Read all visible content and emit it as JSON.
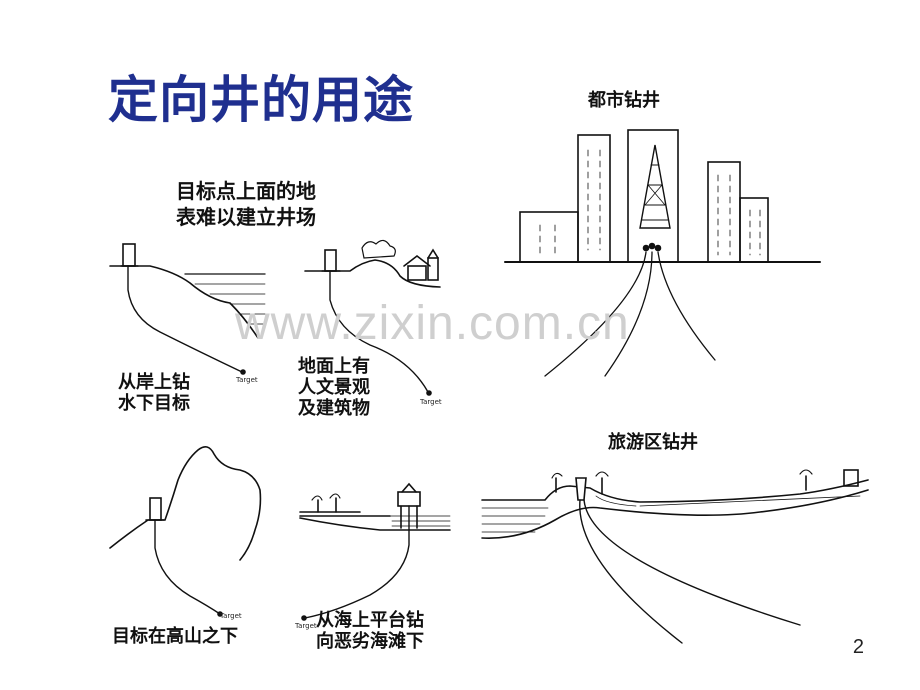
{
  "slide": {
    "title": "定向井的用途",
    "page_number": "2",
    "watermark": "www.zixin.com.cn"
  },
  "panels": {
    "surface_hard": {
      "line1": "目标点上面的地",
      "line2": "表难以建立井场"
    },
    "shore": {
      "line1": "从岸上钻",
      "line2": "水下目标",
      "target": "Target"
    },
    "landscape": {
      "line1": "地面上有",
      "line2": "人文景观",
      "line3": "及建筑物",
      "target": "Target"
    },
    "mountain": {
      "line1": "目标在高山之下",
      "target": "Target"
    },
    "platform": {
      "line1": "从海上平台钻",
      "line2": "向恶劣海滩下",
      "target": "Target"
    },
    "urban": {
      "label": "都市钻井"
    },
    "tourist": {
      "label": "旅游区钻井"
    }
  }
}
